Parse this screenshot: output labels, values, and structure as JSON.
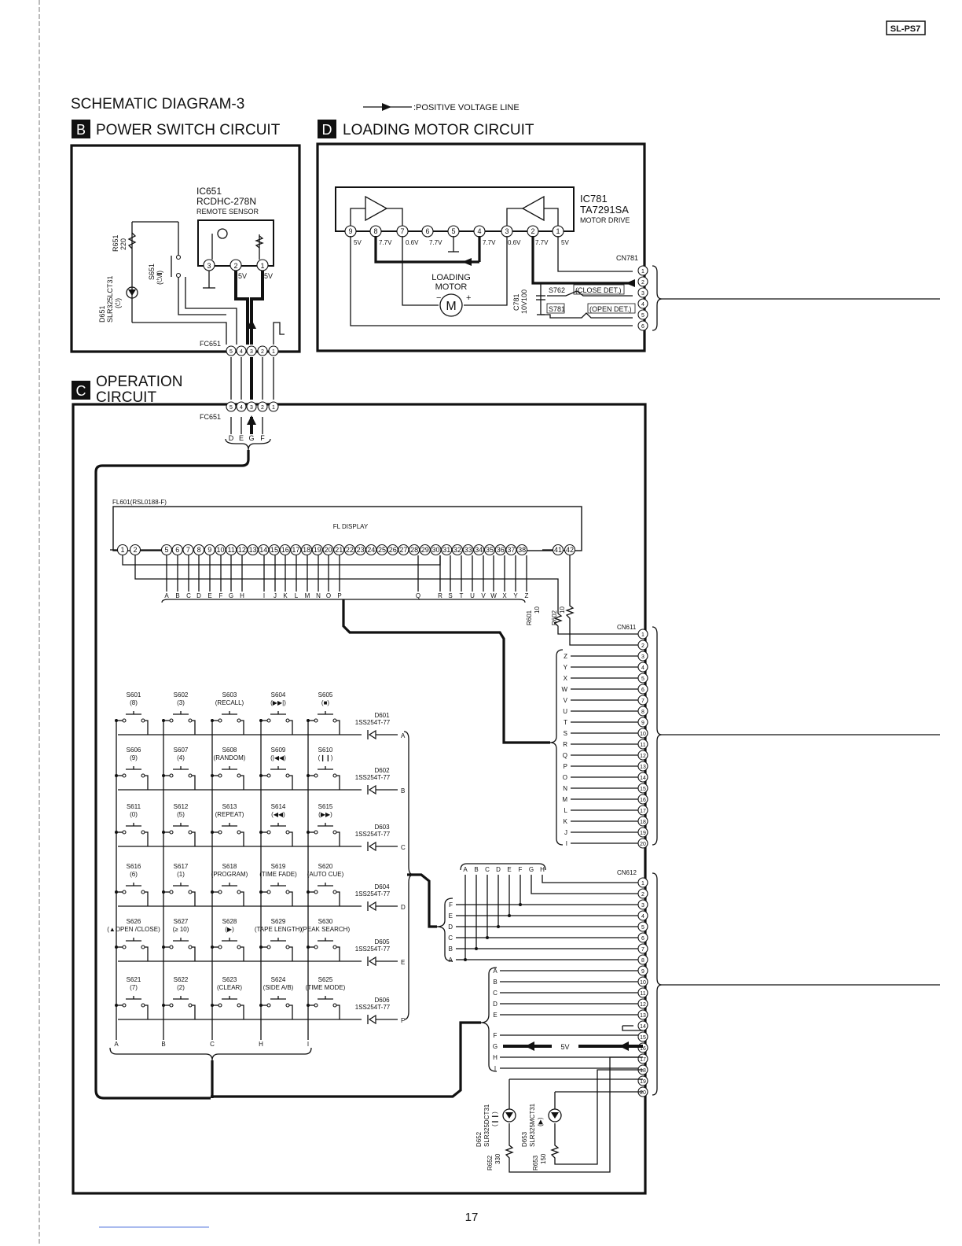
{
  "model_badge": "SL-PS7",
  "page_title": "SCHEMATIC DIAGRAM-3",
  "legend": ":POSITIVE VOLTAGE LINE",
  "page_number": "17",
  "sections": {
    "b": {
      "letter": "B",
      "title": "POWER SWITCH CIRCUIT"
    },
    "d": {
      "letter": "D",
      "title": "LOADING MOTOR CIRCUIT"
    },
    "c": {
      "letter": "C",
      "title_line1": "OPERATION",
      "title_line2": "CIRCUIT"
    }
  },
  "power_switch": {
    "ic_name": "IC651",
    "ic_part": "RCDHC-278N",
    "ic_desc": "REMOTE SENSOR",
    "r651": "R651",
    "r651_val": "220",
    "s651": "S651",
    "s651_sym": "(⏻/❙)",
    "d651": "D651",
    "d651_part": "SLR325LCT31",
    "d651_sym": "(⏻)",
    "v1": "5V",
    "v2": "5V",
    "connector": "FC651",
    "pins": [
      "5",
      "4",
      "3",
      "2",
      "1"
    ]
  },
  "loading_motor": {
    "ic_name": "IC781",
    "ic_part": "TA7291SA",
    "ic_desc": "MOTOR DRIVE",
    "ic_pins": [
      "9",
      "8",
      "7",
      "6",
      "5",
      "4",
      "3",
      "2",
      "1"
    ],
    "voltages": [
      "5V",
      "7.7V",
      "0.6V",
      "7.7V",
      "7.7V",
      "0.6V",
      "7.7V",
      "5V"
    ],
    "motor_label_1": "LOADING",
    "motor_label_2": "MOTOR",
    "motor_symbol": "M",
    "motor_minus": "−",
    "motor_plus": "+",
    "c781": "C781",
    "c781_val": "10V100",
    "s762": "S762",
    "s762_desc": "(CLOSE DET.)",
    "s781": "S781",
    "s781_desc": "(OPEN DET.)",
    "connector": "CN781",
    "cn_pins": [
      "1",
      "2",
      "3",
      "4",
      "5",
      "6"
    ]
  },
  "operation": {
    "fc651": "FC651",
    "fc_pins": [
      "5",
      "4",
      "3",
      "2",
      "1"
    ],
    "fc_letters": [
      "D",
      "E",
      "G",
      "F"
    ],
    "fl_part": "FL601(RSL0188-F)",
    "fl_title": "FL DISPLAY",
    "fl_pins_a": [
      "1",
      "2"
    ],
    "fl_pins_b": [
      "5",
      "6",
      "7",
      "8",
      "9",
      "10",
      "11",
      "12",
      "13",
      "14",
      "15",
      "16",
      "17",
      "18",
      "19",
      "20",
      "21",
      "22",
      "23",
      "24",
      "25",
      "26",
      "27",
      "28",
      "29",
      "30",
      "31",
      "32",
      "33",
      "34",
      "35",
      "36",
      "37",
      "38"
    ],
    "fl_pins_c": [
      "41",
      "42"
    ],
    "fl_letters": [
      "A",
      "B",
      "C",
      "D",
      "E",
      "F",
      "G",
      "H",
      "I",
      "J",
      "K",
      "L",
      "M",
      "N",
      "O",
      "P",
      "Q",
      "R",
      "S",
      "T",
      "U",
      "V",
      "W",
      "X",
      "Y",
      "Z"
    ],
    "r601": "R601",
    "r601_val": "10",
    "r602": "R602",
    "r602_val": "10",
    "cn611": "CN611",
    "cn611_letters": [
      "Z",
      "Y",
      "X",
      "W",
      "V",
      "U",
      "T",
      "S",
      "R",
      "Q",
      "P",
      "O",
      "N",
      "M",
      "L",
      "K",
      "J",
      "I"
    ],
    "cn612": "CN612",
    "cn612_top_letters": [
      "A",
      "B",
      "C",
      "D",
      "E",
      "F",
      "G",
      "H"
    ],
    "cn612_left_letters": [
      "F",
      "E",
      "D",
      "C",
      "B",
      "A"
    ],
    "cn612_lower_letters": [
      "A",
      "B",
      "C",
      "D",
      "E",
      "F",
      "G",
      "H",
      "I"
    ],
    "v5": "5V",
    "pins20": [
      "1",
      "2",
      "3",
      "4",
      "5",
      "6",
      "7",
      "8",
      "9",
      "10",
      "11",
      "12",
      "13",
      "14",
      "15",
      "16",
      "17",
      "18",
      "19",
      "20"
    ],
    "switches": [
      [
        {
          "ref": "S601",
          "fn": "(8)"
        },
        {
          "ref": "S602",
          "fn": "(3)"
        },
        {
          "ref": "S603",
          "fn": "(RECALL)"
        },
        {
          "ref": "S604",
          "fn": "(▶▶|)"
        },
        {
          "ref": "S605",
          "fn": "(■)"
        }
      ],
      [
        {
          "ref": "S606",
          "fn": "(9)"
        },
        {
          "ref": "S607",
          "fn": "(4)"
        },
        {
          "ref": "S608",
          "fn": "(RANDOM)"
        },
        {
          "ref": "S609",
          "fn": "(|◀◀)"
        },
        {
          "ref": "S610",
          "fn": "(❙❙)"
        }
      ],
      [
        {
          "ref": "S611",
          "fn": "(0)"
        },
        {
          "ref": "S612",
          "fn": "(5)"
        },
        {
          "ref": "S613",
          "fn": "(REPEAT)"
        },
        {
          "ref": "S614",
          "fn": "(◀◀)"
        },
        {
          "ref": "S615",
          "fn": "(▶▶)"
        }
      ],
      [
        {
          "ref": "S616",
          "fn": "(6)"
        },
        {
          "ref": "S617",
          "fn": "(1)"
        },
        {
          "ref": "S618",
          "fn": "(PROGRAM)"
        },
        {
          "ref": "S619",
          "fn": "(TIME FADE)"
        },
        {
          "ref": "S620",
          "fn": "(AUTO CUE)"
        }
      ],
      [
        {
          "ref": "S626",
          "fn": "(▲OPEN /CLOSE)"
        },
        {
          "ref": "S627",
          "fn": "(≥ 10)"
        },
        {
          "ref": "S628",
          "fn": "(▶)"
        },
        {
          "ref": "S629",
          "fn": "(TAPE LENGTH)"
        },
        {
          "ref": "S630",
          "fn": "(PEAK SEARCH)"
        }
      ],
      [
        {
          "ref": "S621",
          "fn": "(7)"
        },
        {
          "ref": "S622",
          "fn": "(2)"
        },
        {
          "ref": "S623",
          "fn": "(CLEAR)"
        },
        {
          "ref": "S624",
          "fn": "(SIDE A/B)"
        },
        {
          "ref": "S625",
          "fn": "(TIME MODE)"
        }
      ]
    ],
    "diodes": [
      {
        "ref": "D601",
        "part": "1SS254T-77",
        "line": "A"
      },
      {
        "ref": "D602",
        "part": "1SS254T-77",
        "line": "B"
      },
      {
        "ref": "D603",
        "part": "1SS254T-77",
        "line": "C"
      },
      {
        "ref": "D604",
        "part": "1SS254T-77",
        "line": "D"
      },
      {
        "ref": "D605",
        "part": "1SS254T-77",
        "line": "E"
      },
      {
        "ref": "D606",
        "part": "1SS254T-77",
        "line": "F"
      }
    ],
    "column_letters": [
      "A",
      "B",
      "C",
      "H",
      "I"
    ],
    "d652": "D652",
    "d652_part": "SLR325DCT31",
    "d652_sym": "(❙❙)",
    "d653": "D653",
    "d653_part": "SLR325MCT31",
    "d653_sym": "(▶)",
    "r652": "R652",
    "r652_val": "330",
    "r653": "R653",
    "r653_val": "150"
  }
}
